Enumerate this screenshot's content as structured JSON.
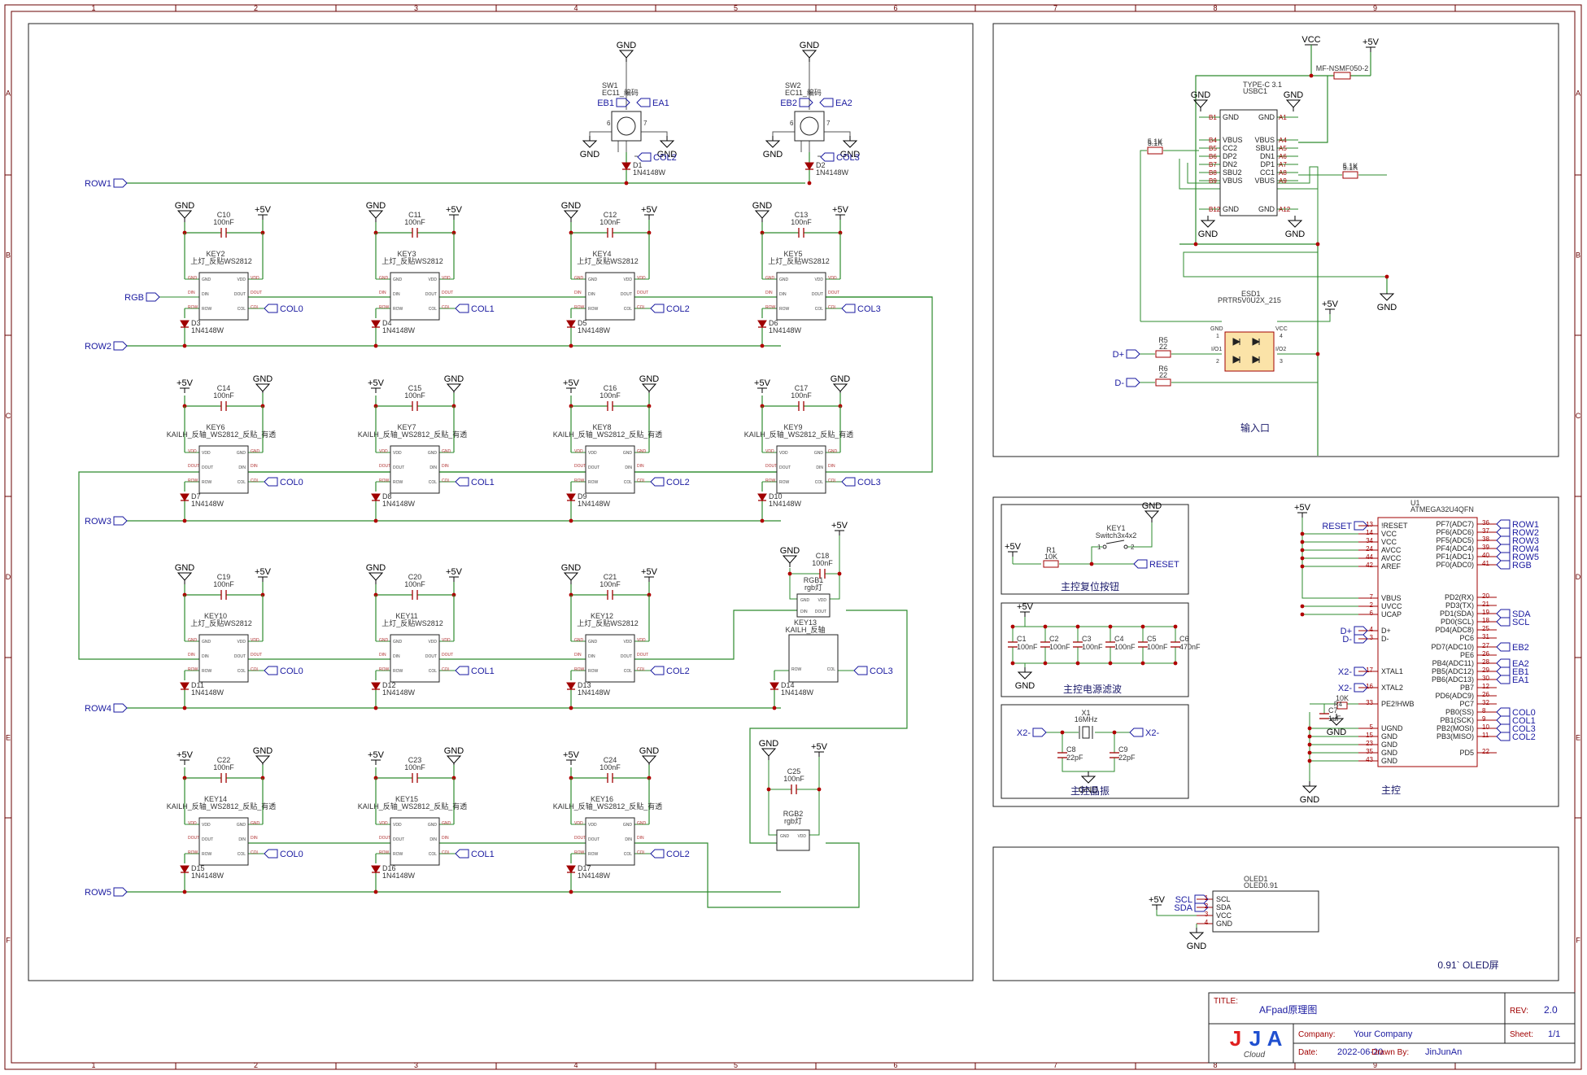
{
  "frame": {
    "col_labels": [
      "1",
      "2",
      "3",
      "4",
      "5",
      "6",
      "7",
      "8",
      "9"
    ],
    "row_labels": [
      "A",
      "B",
      "C",
      "D",
      "E",
      "F"
    ]
  },
  "rows_net": [
    "ROW1",
    "ROW2",
    "ROW3",
    "ROW4",
    "ROW5"
  ],
  "keys": [
    {
      "ref": "KEY2",
      "model": "上灯_反贴WS2812",
      "cap": "C10",
      "col": "COL0"
    },
    {
      "ref": "KEY3",
      "model": "上灯_反贴WS2812",
      "cap": "C11",
      "col": "COL1"
    },
    {
      "ref": "KEY4",
      "model": "上灯_反贴WS2812",
      "cap": "C12",
      "col": "COL2"
    },
    {
      "ref": "KEY5",
      "model": "上灯_反贴WS2812",
      "cap": "C13",
      "col": "COL3"
    },
    {
      "ref": "KEY6",
      "model": "KAILH_反轴_WS2812_反贴_有透",
      "cap": "C14",
      "col": "COL0"
    },
    {
      "ref": "KEY7",
      "model": "KAILH_反轴_WS2812_反贴_有透",
      "cap": "C15",
      "col": "COL1"
    },
    {
      "ref": "KEY8",
      "model": "KAILH_反轴_WS2812_反贴_有透",
      "cap": "C16",
      "col": "COL2"
    },
    {
      "ref": "KEY9",
      "model": "KAILH_反轴_WS2812_反贴_有透",
      "cap": "C17",
      "col": "COL3"
    },
    {
      "ref": "KEY10",
      "model": "上灯_反贴WS2812",
      "cap": "C19",
      "col": "COL0"
    },
    {
      "ref": "KEY11",
      "model": "上灯_反贴WS2812",
      "cap": "C20",
      "col": "COL1"
    },
    {
      "ref": "KEY12",
      "model": "上灯_反贴WS2812",
      "cap": "C21",
      "col": "COL2"
    },
    {
      "ref": "KEY14",
      "model": "KAILH_反轴_WS2812_反贴_有透",
      "cap": "C22",
      "col": "COL0"
    },
    {
      "ref": "KEY15",
      "model": "KAILH_反轴_WS2812_反贴_有透",
      "cap": "C23",
      "col": "COL1"
    },
    {
      "ref": "KEY16",
      "model": "KAILH_反轴_WS2812_反贴_有透",
      "cap": "C24",
      "col": "COL2"
    }
  ],
  "diodes": [
    "D1",
    "D2",
    "D3",
    "D4",
    "D5",
    "D6",
    "D7",
    "D8",
    "D9",
    "D10",
    "D11",
    "D12",
    "D13",
    "D14",
    "D15",
    "D16",
    "D17"
  ],
  "diode_part": "1N4148W",
  "cap_value": "100nF",
  "power": {
    "gnd": "GND",
    "vcc5": "+5V",
    "vcc": "VCC"
  },
  "encoders": [
    {
      "ref": "SW1",
      "part": "EC11_编码",
      "a": "EA1",
      "b": "EB1",
      "col": "COL2",
      "pin6": "6",
      "pin7": "7"
    },
    {
      "ref": "SW2",
      "part": "EC11_编码",
      "a": "EA2",
      "b": "EB2",
      "col": "COL3",
      "pin6": "6",
      "pin7": "7"
    }
  ],
  "rgb_net": "RGB",
  "rgb1": {
    "ref": "RGB1",
    "part": "rgb灯",
    "cap": "C18"
  },
  "rgb2": {
    "ref": "RGB2",
    "part": "rgb灯",
    "cap": "C25"
  },
  "key13": {
    "ref": "KEY13",
    "model": "KAILH_反轴",
    "col": "COL3",
    "diode": "D14"
  },
  "led_pins": {
    "vdd": "VDD",
    "din": "DIN",
    "dout": "DOUT",
    "gnd": "GND",
    "row": "ROW",
    "col": "COL"
  },
  "usb": {
    "ref": "USBC1",
    "part": "TYPE-C 3.1",
    "fuse": "MF-NSMF050-2",
    "res": "5.1K",
    "title": "输入口",
    "left_pins": [
      "GND",
      "VBUS",
      "CC2",
      "DP2",
      "DN2",
      "SBU2",
      "VBUS",
      "GND"
    ],
    "right_pins": [
      "GND",
      "VBUS",
      "SBU1",
      "DN1",
      "DP1",
      "CC1",
      "VBUS",
      "GND"
    ],
    "a_labels": [
      "A1",
      "A4",
      "A5",
      "A6",
      "A7",
      "A8",
      "A9",
      "A12"
    ],
    "b_labels": [
      "B1",
      "B4",
      "B5",
      "B6",
      "B7",
      "B8",
      "B9",
      "B12"
    ]
  },
  "esd": {
    "ref": "ESD1",
    "part": "PRTR5V0U2X_215",
    "r5": "R5",
    "r6": "R6",
    "rv": "22",
    "dp": "D+",
    "dm": "D-",
    "gnd": "GND",
    "vcc": "VCC",
    "io1": "I/O1",
    "io2": "I/O2",
    "p1": "1",
    "p2": "2",
    "p3": "3",
    "p4": "4"
  },
  "reset_block": {
    "title": "主控复位按钮",
    "key": "KEY1",
    "part": "Switch3x4x2",
    "r": "R1",
    "rv": "10K",
    "net": "RESET",
    "p1": "1",
    "p2": "2"
  },
  "filter_block": {
    "title": "主控电源滤波",
    "caps": [
      [
        "C1",
        "100nF"
      ],
      [
        "C2",
        "100nF"
      ],
      [
        "C3",
        "100nF"
      ],
      [
        "C4",
        "100nF"
      ],
      [
        "C5",
        "100nF"
      ],
      [
        "C6",
        "470nF"
      ]
    ]
  },
  "xtal_block": {
    "title": "主控晶振",
    "x": "X1",
    "f": "16MHz",
    "c8": "C8",
    "c9": "C9",
    "cv": "22pF",
    "x2m": "X2-",
    "x2p": "X2-"
  },
  "mcu": {
    "ref": "U1",
    "part": "ATMEGA32U4QFN",
    "title": "主控",
    "left": [
      [
        "13",
        "!RESET"
      ],
      [
        "14",
        "VCC"
      ],
      [
        "34",
        "VCC"
      ],
      [
        "24",
        "AVCC"
      ],
      [
        "44",
        "AVCC"
      ],
      [
        "42",
        "AREF"
      ],
      [
        "7",
        "VBUS"
      ],
      [
        "2",
        "UVCC"
      ],
      [
        "6",
        "UCAP"
      ],
      [
        "4",
        "D+"
      ],
      [
        "3",
        "D-"
      ],
      [
        "17",
        "XTAL1"
      ],
      [
        "16",
        "XTAL2"
      ],
      [
        "33",
        "PE2!HWB"
      ],
      [
        "5",
        "UGND"
      ],
      [
        "15",
        "GND"
      ],
      [
        "23",
        "GND"
      ],
      [
        "35",
        "GND"
      ],
      [
        "43",
        "GND"
      ]
    ],
    "right": [
      [
        "36",
        "PF7(ADC7)",
        "ROW1"
      ],
      [
        "37",
        "PF6(ADC6)",
        "ROW2"
      ],
      [
        "38",
        "PF5(ADC5)",
        "ROW3"
      ],
      [
        "39",
        "PF4(ADC4)",
        "ROW4"
      ],
      [
        "40",
        "PF1(ADC1)",
        "ROW5"
      ],
      [
        "41",
        "PF0(ADC0)",
        "RGB"
      ],
      [
        "20",
        "PD2(RX)",
        ""
      ],
      [
        "21",
        "PD3(TX)",
        ""
      ],
      [
        "19",
        "PD1(SDA)",
        "SDA"
      ],
      [
        "18",
        "PD0(SCL)",
        "SCL"
      ],
      [
        "25",
        "PD4(ADC8)",
        ""
      ],
      [
        "31",
        "PC6",
        ""
      ],
      [
        "27",
        "PD7(ADC10)",
        "EB2"
      ],
      [
        "26",
        "PE6",
        ""
      ],
      [
        "28",
        "PB4(ADC11)",
        "EA2"
      ],
      [
        "29",
        "PB5(ADC12)",
        "EB1"
      ],
      [
        "30",
        "PB6(ADC13)",
        "EA1"
      ],
      [
        "12",
        "PB7",
        ""
      ],
      [
        "26",
        "PD6(ADC9)",
        ""
      ],
      [
        "32",
        "PC7",
        ""
      ],
      [
        "8",
        "PB0(SS)",
        "COL0"
      ],
      [
        "9",
        "PB1(SCK)",
        "COL1"
      ],
      [
        "10",
        "PB2(MOSI)",
        "COL3"
      ],
      [
        "11",
        "PB3(MISO)",
        "COL2"
      ],
      [
        "22",
        "PD5",
        ""
      ]
    ],
    "r4": "R4",
    "r4v": "10K",
    "c7": "C7",
    "c7v": "1uF",
    "net_reset": "RESET",
    "net_dp": "D+",
    "net_dm": "D-",
    "net_x1": "X2-",
    "net_x2": "X2-"
  },
  "oled": {
    "ref": "OLED1",
    "sub": "OLED0.91",
    "pins": [
      "SCL",
      "SDA",
      "VCC",
      "GND"
    ],
    "title": "0.91` OLED屏",
    "nets": [
      "SCL",
      "SDA"
    ]
  },
  "title_block": {
    "title_label": "TITLE:",
    "title": "AFpad原理图",
    "rev_label": "REV:",
    "rev": "2.0",
    "company_label": "Company:",
    "company": "Your Company",
    "sheet_label": "Sheet:",
    "sheet": "1/1",
    "date_label": "Date:",
    "date": "2022-06-20",
    "drawn_label": "Drawn By:",
    "drawn": "JinJunAn",
    "logo": "JJA",
    "logo_sub": "Cloud"
  },
  "colors": {
    "wire": "#2e8b2e",
    "net": "#1a1aa0",
    "comp": "#a00000",
    "frame": "#6a0000",
    "junction": "#b00000",
    "logo_red": "#e02020",
    "logo_blue": "#2050d0"
  }
}
